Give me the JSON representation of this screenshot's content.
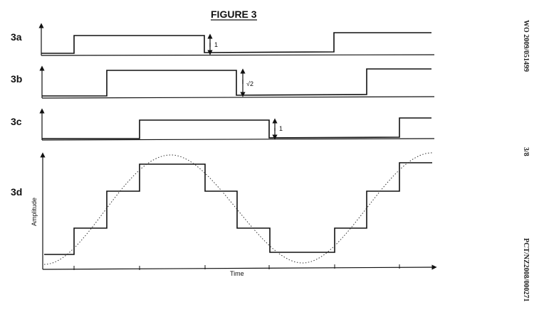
{
  "figure": {
    "title": "FIGURE 3",
    "panels": {
      "a": {
        "label": "3a",
        "marker": "1"
      },
      "b": {
        "label": "3b",
        "marker": "√2"
      },
      "c": {
        "label": "3c",
        "marker": "1"
      },
      "d": {
        "label": "3d",
        "ylabel": "Amplitude",
        "xlabel": "Time"
      }
    }
  },
  "margin": {
    "publication": "WO 2009/051499",
    "sheet": "3/8",
    "application": "PCT/NZ2008/000271"
  }
}
